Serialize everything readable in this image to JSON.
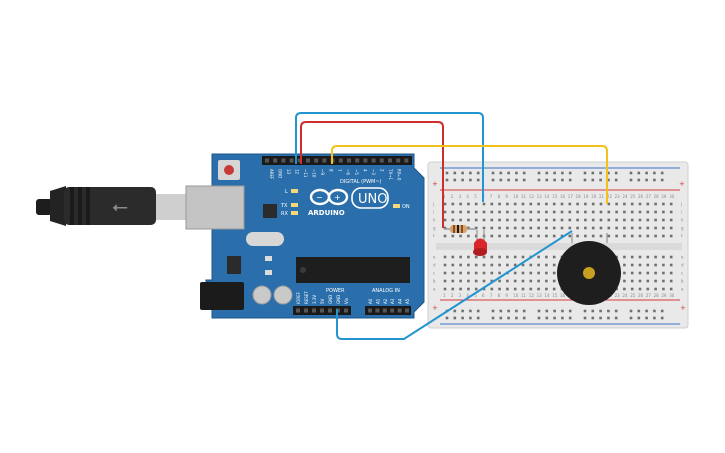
{
  "board": {
    "logo": "ARDUINO",
    "model": "UNO",
    "header_digital": "DIGITAL (PWM~)",
    "header_power": "POWER",
    "header_analog": "ANALOG IN",
    "on_label": "ON",
    "l_label": "L",
    "tx_label": "TX",
    "rx_label": "RX",
    "digital_pins": [
      "AREF",
      "GND",
      "13",
      "12",
      "~11",
      "~10",
      "~9",
      "8",
      "7",
      "~6",
      "~5",
      "4",
      "~3",
      "2",
      "TX→1",
      "RX←0"
    ],
    "power_pins": [
      "IOREF",
      "RESET",
      "3.3V",
      "5V",
      "GND",
      "GND",
      "Vin"
    ],
    "analog_pins": [
      "A0",
      "A1",
      "A2",
      "A3",
      "A4",
      "A5"
    ],
    "body_color": "#2a6fab"
  },
  "breadboard": {
    "row_letters_top": [
      "j",
      "i",
      "h",
      "g",
      "f"
    ],
    "row_letters_bottom": [
      "e",
      "d",
      "c",
      "b",
      "a"
    ],
    "columns": [
      "1",
      "2",
      "3",
      "4",
      "5",
      "6",
      "7",
      "8",
      "9",
      "10",
      "11",
      "12",
      "13",
      "14",
      "15",
      "16",
      "17",
      "18",
      "19",
      "20",
      "21",
      "22",
      "23",
      "24",
      "25",
      "26",
      "27",
      "28",
      "29",
      "30"
    ],
    "rail_plus": "+",
    "rail_minus": "-"
  },
  "components": {
    "led_color": "#d8262b",
    "buzzer_color": "#1e1e1e",
    "resistor_color": "#d7a56a"
  },
  "wires": {
    "red": "#cf2c2c",
    "blue": "#2495cf",
    "yellow": "#f2c21a"
  },
  "usb": {
    "symbol": "⭠"
  }
}
